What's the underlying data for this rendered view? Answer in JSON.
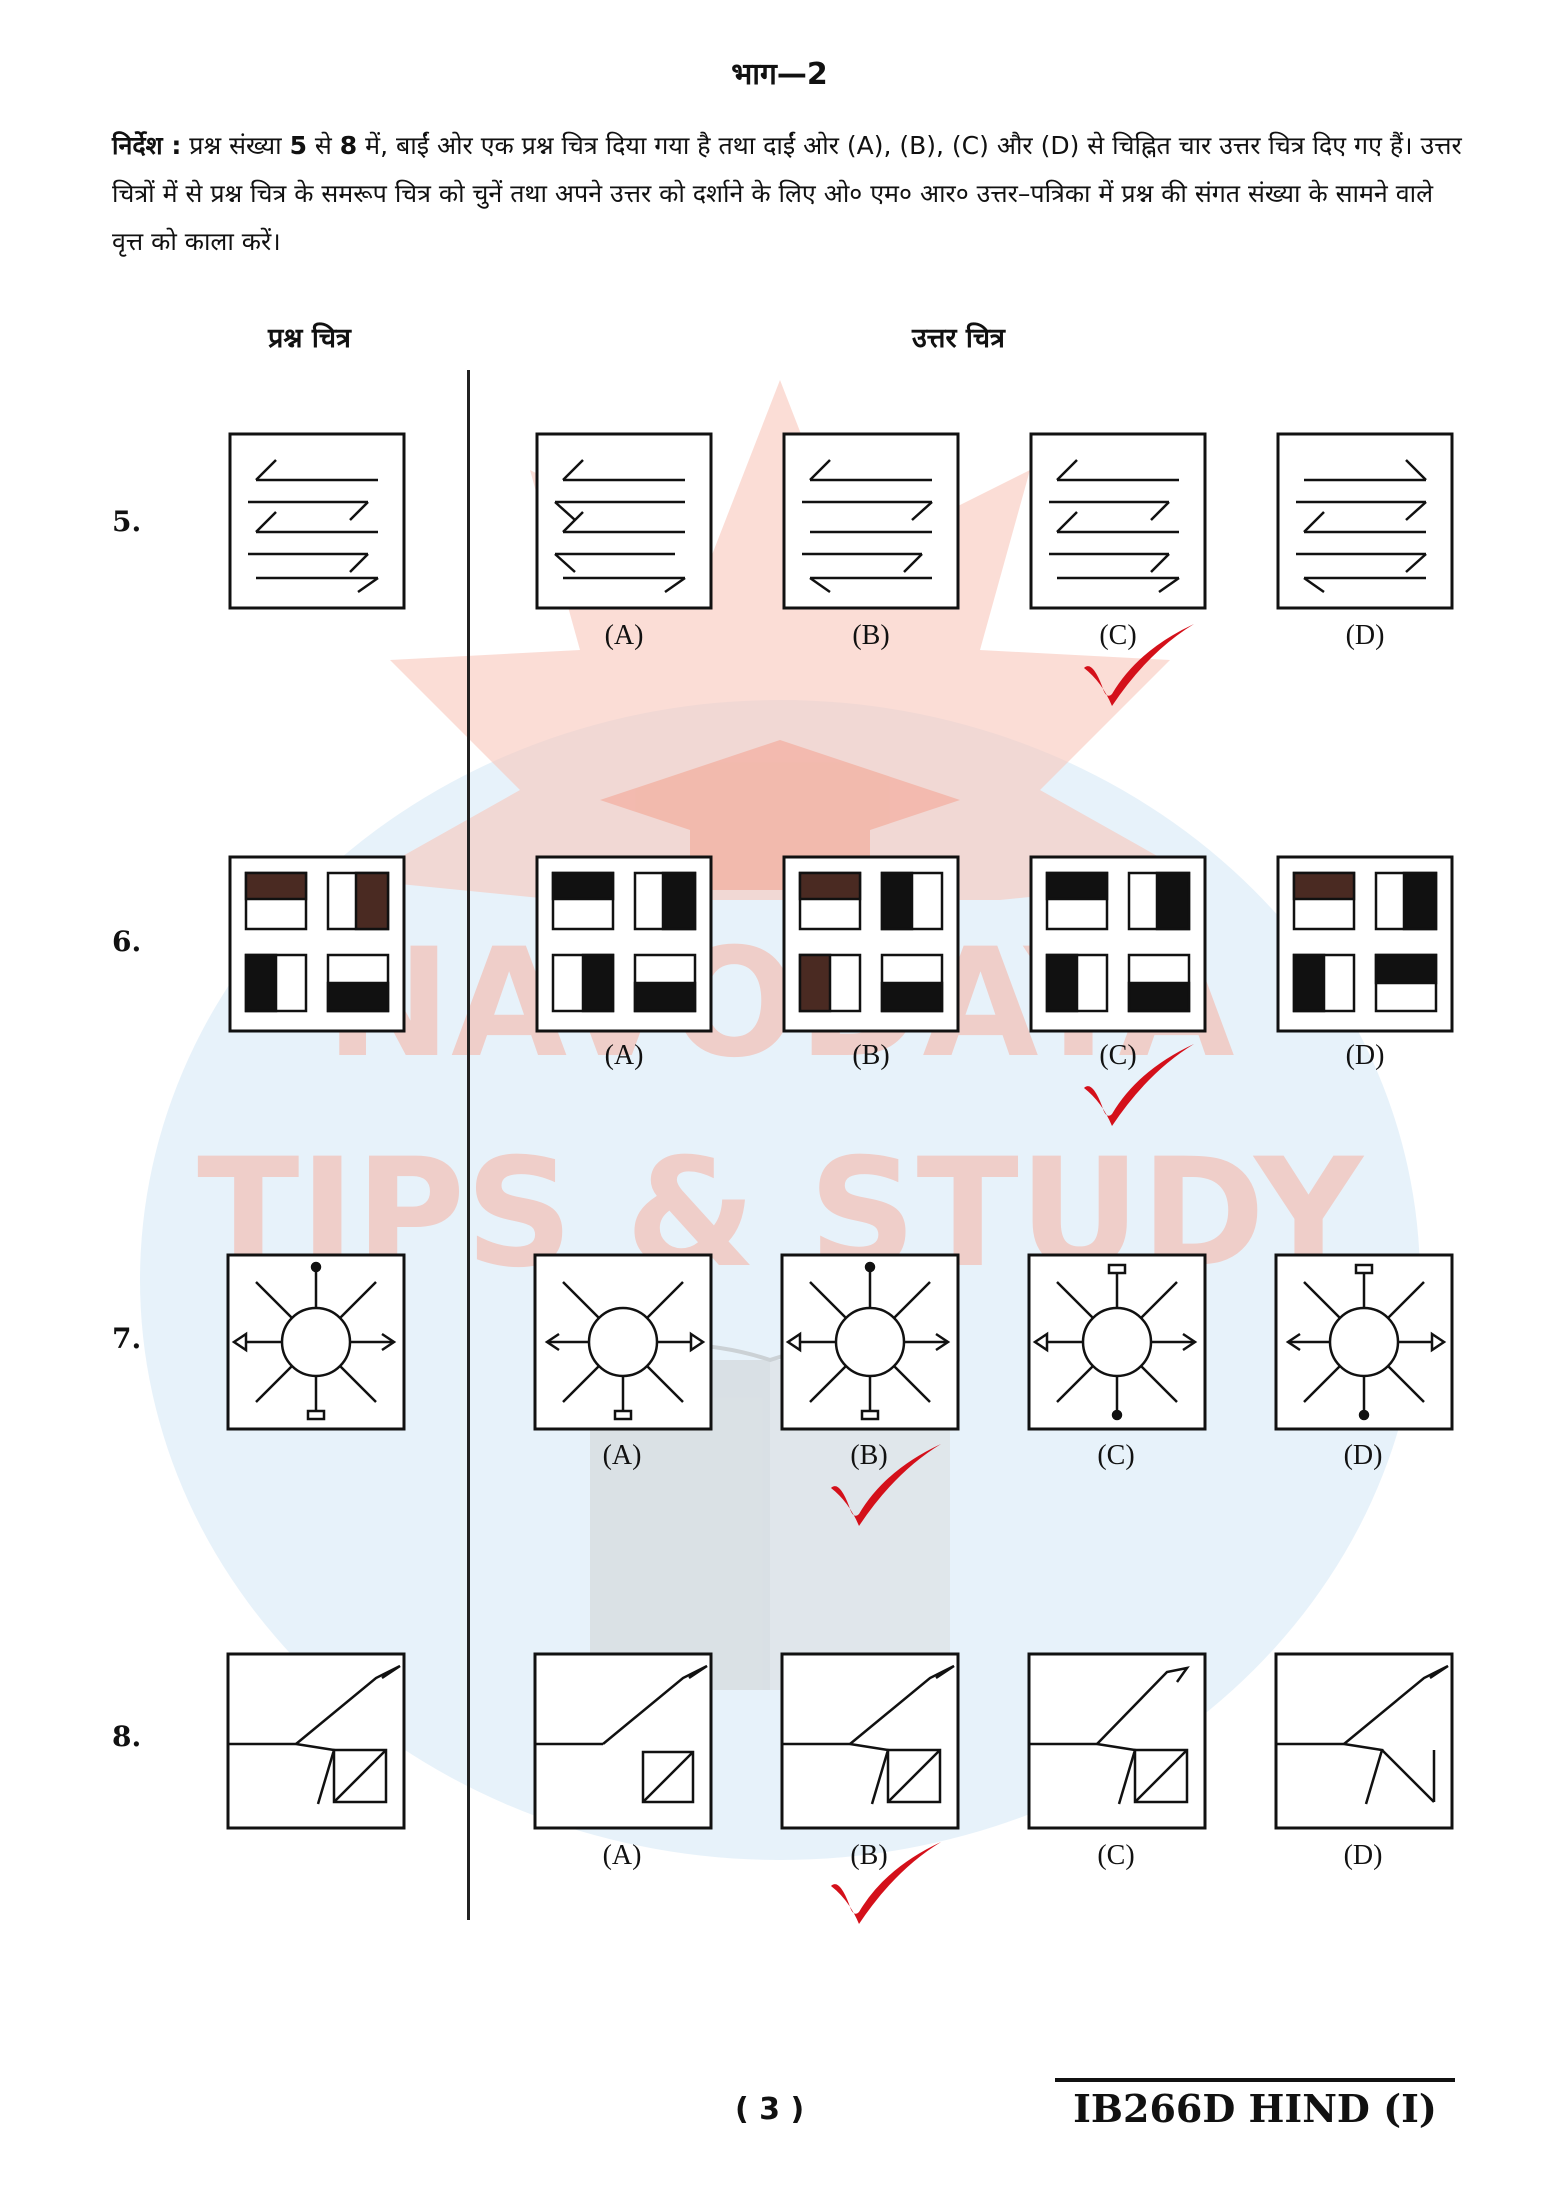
{
  "header": {
    "section_title": "भाग—2"
  },
  "instructions": {
    "lead": "निर्देश :",
    "part1": " प्रश्न संख्या ",
    "num_start": "5",
    "part2": " से ",
    "num_end": "8",
    "part3": " में, बाईं ओर एक प्रश्न चित्र दिया गया है तथा दाईं ओर (A), (B), (C) और (D) से चिह्नित चार उत्तर चित्र दिए गए हैं। उत्तर चित्रों में से प्रश्न चित्र के समरूप चित्र को चुनें तथा अपने उत्तर को दर्शाने के लिए ओ० एम० आर० उत्तर–पत्रिका में प्रश्न की संगत संख्या के सामने वाले वृत्त को काला करें।"
  },
  "columns": {
    "question": "प्रश्न चित्र",
    "answers": "उत्तर चित्र"
  },
  "questions": [
    {
      "number": "5.",
      "options": [
        "(A)",
        "(B)",
        "(C)",
        "(D)"
      ],
      "marked": "(C)"
    },
    {
      "number": "6.",
      "options": [
        "(A)",
        "(B)",
        "(C)",
        "(D)"
      ],
      "marked": "(C)"
    },
    {
      "number": "7.",
      "options": [
        "(A)",
        "(B)",
        "(C)",
        "(D)"
      ],
      "marked": "(B)"
    },
    {
      "number": "8.",
      "options": [
        "(A)",
        "(B)",
        "(C)",
        "(D)"
      ],
      "marked": "(B)"
    }
  ],
  "footer": {
    "page_number": "( 3 )",
    "paper_code": "IB266D HIND (I)"
  },
  "watermark": {
    "line1": "NAVODAYA",
    "line2": "TIPS & STUDY"
  },
  "colors": {
    "ink": "#111111",
    "tick": "#d4101a",
    "watermark_red": "#f6b7a8",
    "watermark_blue": "#dfeef8"
  }
}
